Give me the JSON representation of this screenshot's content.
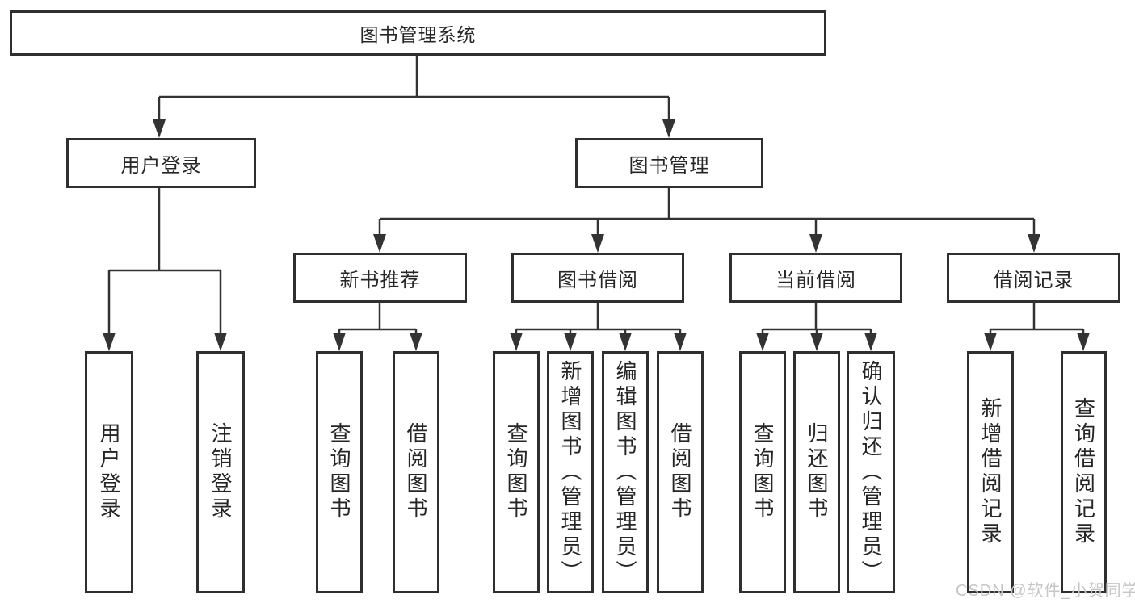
{
  "diagram": {
    "root": {
      "label": "图书管理系统"
    },
    "level2": [
      {
        "id": "user-login",
        "label": "用户登录"
      },
      {
        "id": "book-management",
        "label": "图书管理"
      }
    ],
    "level3": [
      {
        "id": "new-book-recommend",
        "label": "新书推荐"
      },
      {
        "id": "book-borrow",
        "label": "图书借阅"
      },
      {
        "id": "current-borrow",
        "label": "当前借阅"
      },
      {
        "id": "borrow-records",
        "label": "借阅记录"
      }
    ],
    "leaves": [
      {
        "parent": "user-login",
        "label": "用户登录"
      },
      {
        "parent": "user-login",
        "label": "注销登录"
      },
      {
        "parent": "new-book-recommend",
        "label": "查询图书"
      },
      {
        "parent": "new-book-recommend",
        "label": "借阅图书"
      },
      {
        "parent": "book-borrow",
        "label": "查询图书"
      },
      {
        "parent": "book-borrow",
        "label": "新增图书（管理员）"
      },
      {
        "parent": "book-borrow",
        "label": "编辑图书（管理员）"
      },
      {
        "parent": "book-borrow",
        "label": "借阅图书"
      },
      {
        "parent": "current-borrow",
        "label": "查询图书"
      },
      {
        "parent": "current-borrow",
        "label": "归还图书"
      },
      {
        "parent": "current-borrow",
        "label": "确认归还（管理员）"
      },
      {
        "parent": "borrow-records",
        "label": "新增借阅记录"
      },
      {
        "parent": "borrow-records",
        "label": "查询借阅记录"
      }
    ]
  },
  "watermark": {
    "text": "CSDN @软件_小贺同学"
  },
  "colors": {
    "line": "#333333",
    "box_border": "#2f2f2f",
    "box_fill": "#ffffff",
    "text": "#262626",
    "watermark": "#c6c6c6"
  }
}
